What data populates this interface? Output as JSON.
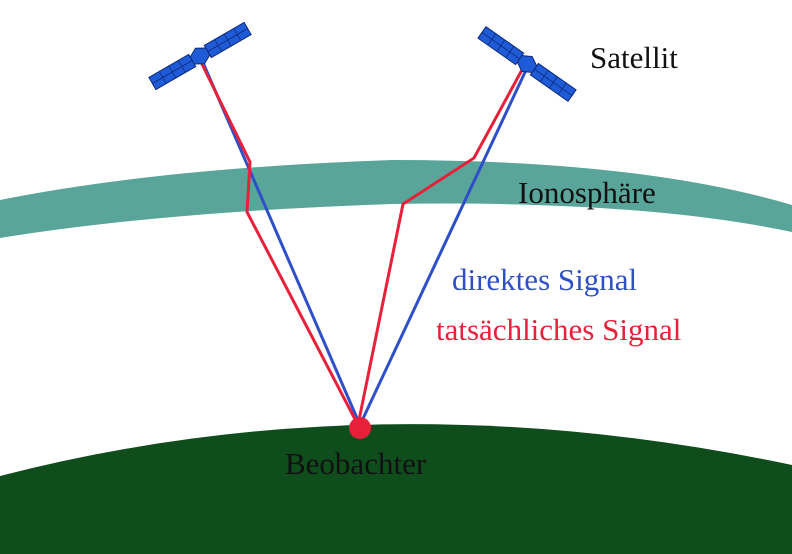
{
  "labels": {
    "satellite": "Satellit",
    "ionosphere": "Ionosphäre",
    "direct_signal": "direktes Signal",
    "actual_signal": "tatsächliches Signal",
    "observer": "Beobachter"
  },
  "colors": {
    "background": "#ffffff",
    "ionosphere": "#5aa59a",
    "earth": "#0f4d1c",
    "direct_signal": "#2e4fc8",
    "actual_signal": "#e8203a",
    "observer_dot": "#e8203a",
    "satellite_body": "#1f5bd6",
    "text_default": "#111111"
  },
  "icons": {
    "satellite": "satellite-icon",
    "observer": "observer-dot"
  }
}
